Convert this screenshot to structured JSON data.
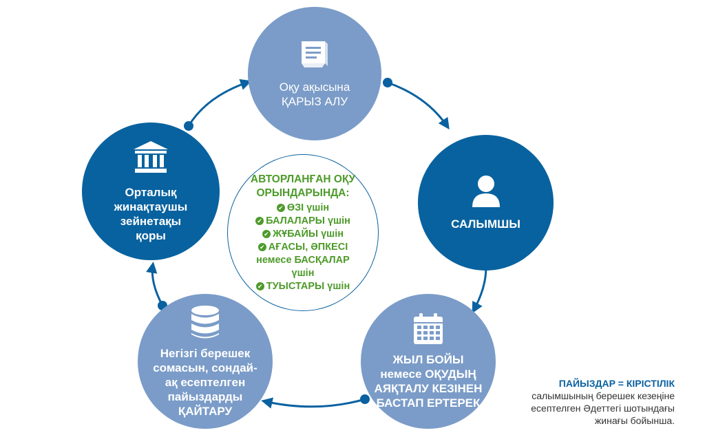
{
  "colors": {
    "light_node": "#7b9cc8",
    "dark_node": "#08629f",
    "arrow": "#0a61a0",
    "green": "#4d9a2a"
  },
  "nodes": {
    "loan": {
      "icon": "book-icon",
      "label": "Оқу ақысына\nҚАРЫЗ АЛУ"
    },
    "borrower": {
      "icon": "user-icon",
      "label": "САЛЫМШЫ"
    },
    "repay_start": {
      "icon": "calendar-icon",
      "label": "ЖЫЛ БОЙЫ\nнемесе ОҚУДЫҢ\nАЯҚТАЛУ КЕЗІНЕН\nБАСТАП ЕРТЕРЕК"
    },
    "repay": {
      "icon": "database-icon",
      "label": "Негізгі берешек\nсомасын, сондай-\nақ есептелген\nпайыздарды\nҚАЙТАРУ"
    },
    "fund": {
      "icon": "bank-building-icon",
      "label": "Орталық\nжинақтаушы\nзейнетақы\nқоры"
    }
  },
  "center": {
    "title": "АВТОРЛАНҒАН ОҚУ\nОРЫНДАРЫНДА:",
    "items": [
      "ӨЗІ үшін",
      "БАЛАЛАРЫ үшін",
      "ЖҰБАЙЫ үшін",
      "АҒАСЫ, ӘПКЕСІ\nнемесе БАСҚАЛАР\nүшін",
      "ТУЫСТАРЫ үшін"
    ]
  },
  "note": {
    "title": "ПАЙЫЗДАР = КІРІСТІЛІК",
    "lines": [
      "салымшының берешек кезеңіне",
      "есептелген Әдеттегі шотындағы",
      "жинағы бойынша."
    ]
  }
}
